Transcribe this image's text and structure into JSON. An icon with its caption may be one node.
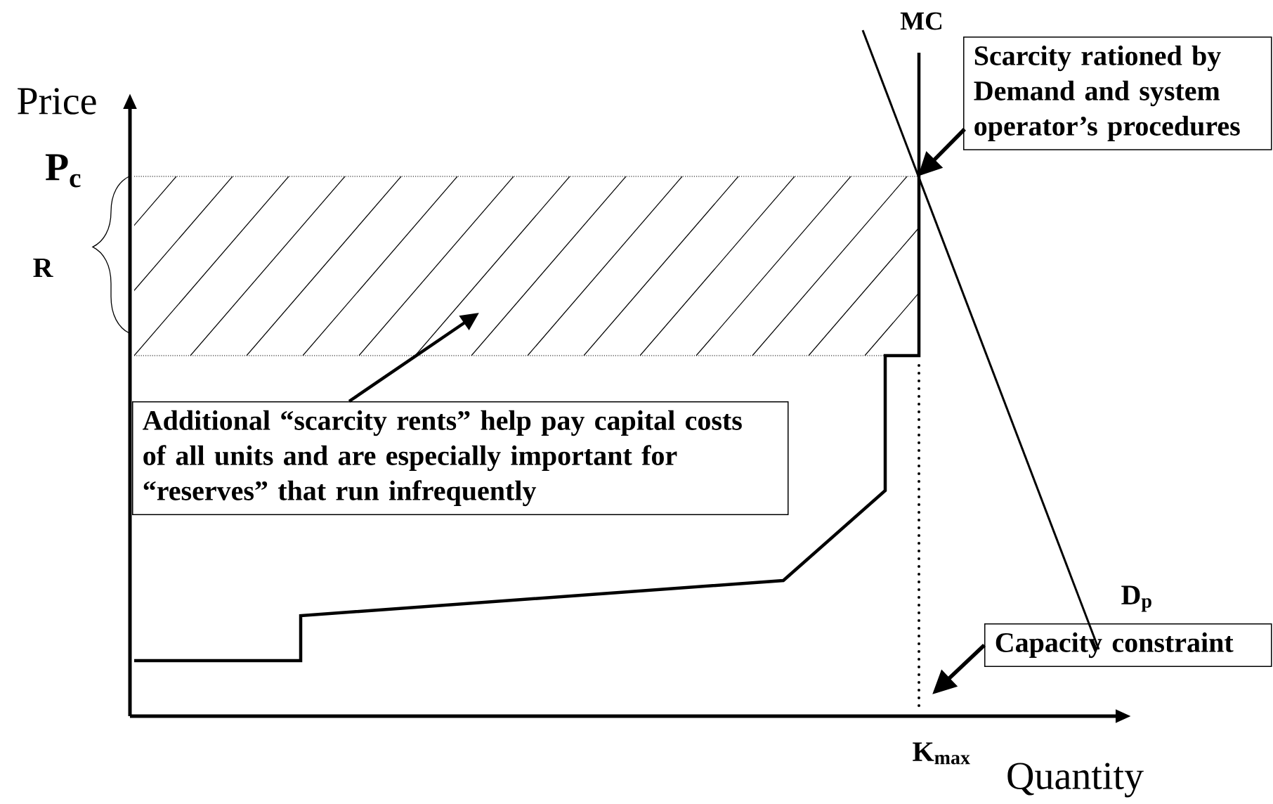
{
  "diagram": {
    "nodes": [
      {
        "text": [
          "Scarcity rationed by Demand and system operator’s procedures"
        ]
      },
      {
        "text": [],
        "shape": "box"
      },
      {
        "text": [
          "Additional “scarcity rents” help pay capital costs of all units and are especially important for “reserves” that run infrequently"
        ]
      },
      {
        "text": [
          "Capacity constraint"
        ]
      }
    ],
    "edges": [
      {
        "from": 0,
        "to": 1,
        "arrow": "to"
      },
      {
        "from": 2,
        "to": 1,
        "arrow": "to"
      },
      {
        "from": 3,
        "to": null,
        "arrow": "to"
      }
    ],
    "labels": [
      "MC",
      "Price",
      "P$_{c}$",
      "R",
      "D$_{p}$",
      "K$_{max}$",
      "Quantity"
    ]
  }
}
